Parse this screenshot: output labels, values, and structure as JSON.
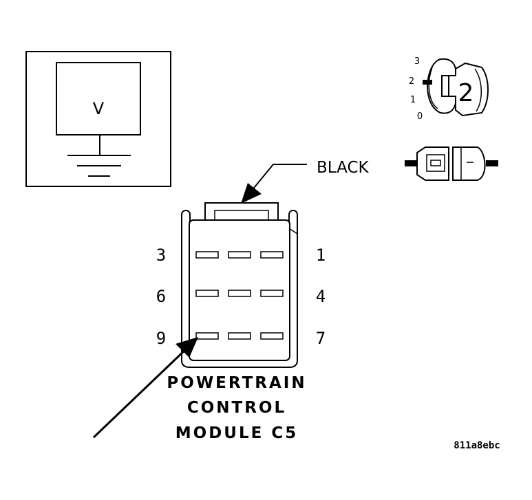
{
  "meter": {
    "label": "V"
  },
  "key_switch": {
    "positions": [
      "3",
      "2",
      "1",
      "0"
    ],
    "key_number": "2"
  },
  "wire_label": "BLACK",
  "connector": {
    "pin_labels_left": [
      "3",
      "6",
      "9"
    ],
    "pin_labels_right": [
      "1",
      "4",
      "7"
    ]
  },
  "module_title": [
    "POWERTRAIN",
    "CONTROL",
    "MODULE C5"
  ],
  "figure_code": "811a8ebc"
}
